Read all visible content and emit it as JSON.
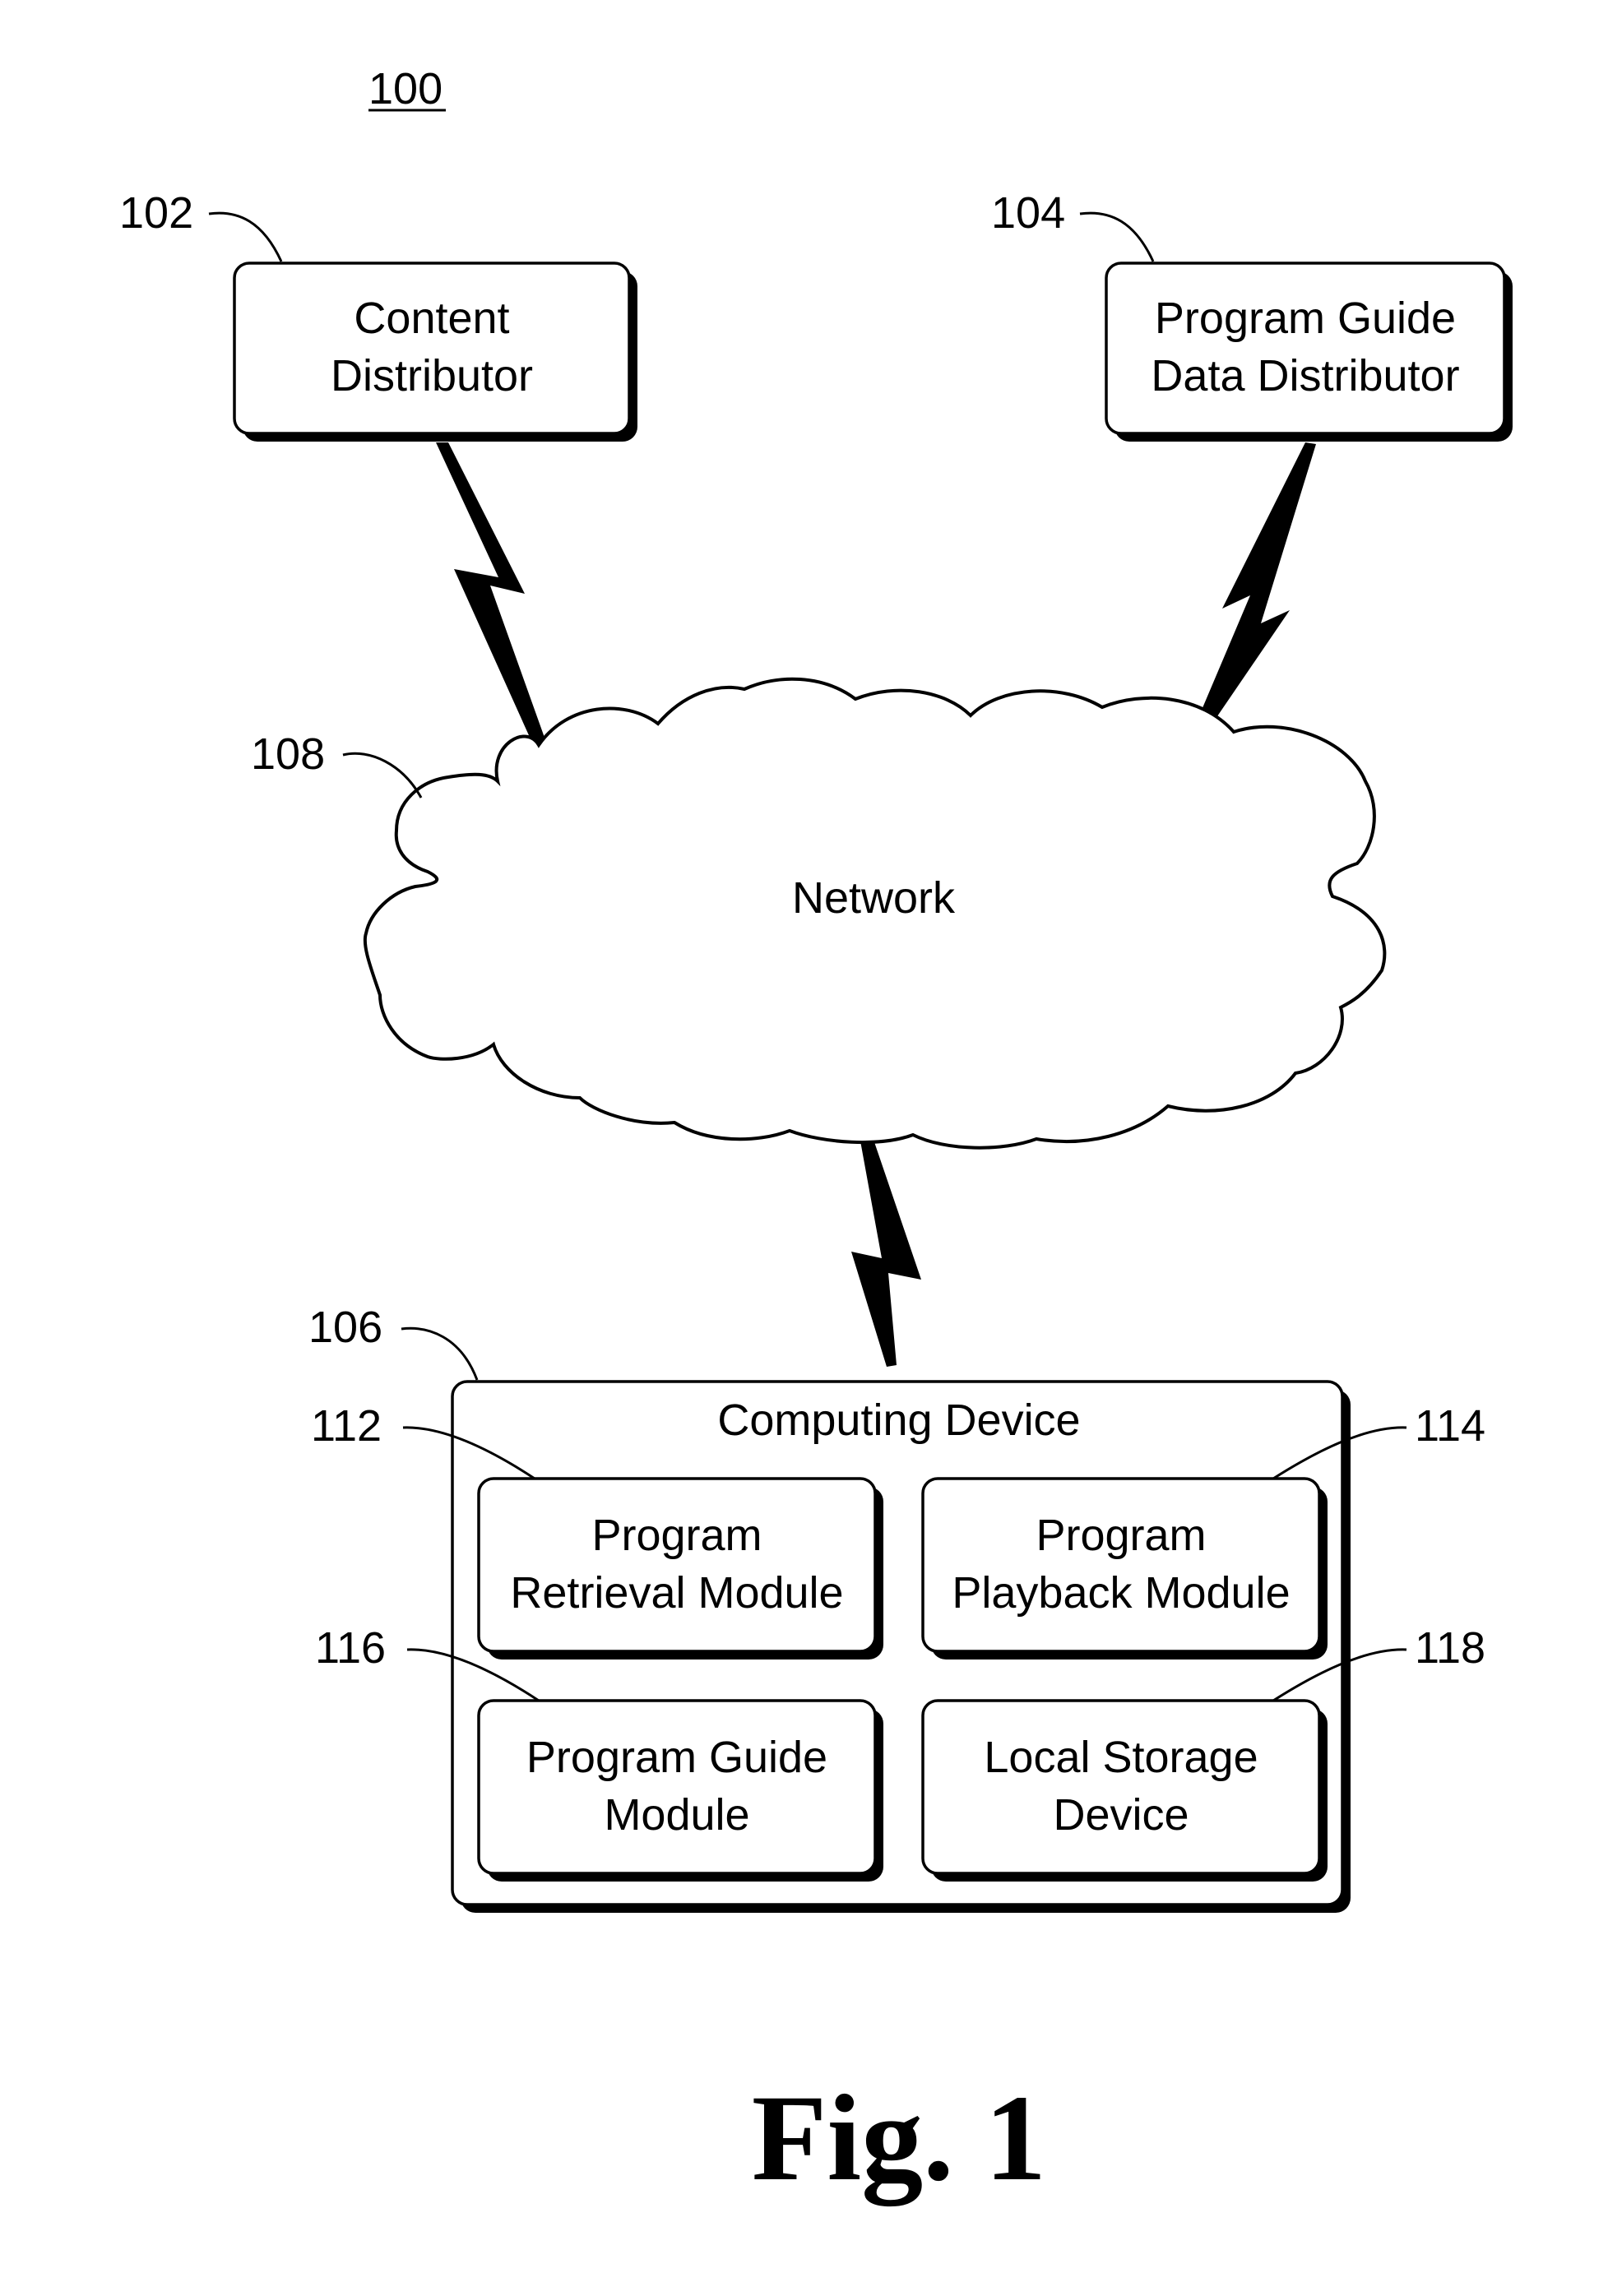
{
  "figure": {
    "ref_main": "100",
    "caption": "Fig. 1"
  },
  "nodes": {
    "content_distributor": {
      "ref": "102",
      "line1": "Content",
      "line2": "Distributor"
    },
    "program_guide_data_distributor": {
      "ref": "104",
      "line1": "Program Guide",
      "line2": "Data Distributor"
    },
    "network": {
      "ref": "108",
      "label": "Network"
    },
    "computing_device": {
      "ref": "106",
      "label": "Computing Device"
    },
    "program_retrieval_module": {
      "ref": "112",
      "line1": "Program",
      "line2": "Retrieval Module"
    },
    "program_playback_module": {
      "ref": "114",
      "line1": "Program",
      "line2": "Playback Module"
    },
    "program_guide_module": {
      "ref": "116",
      "line1": "Program Guide",
      "line2": "Module"
    },
    "local_storage_device": {
      "ref": "118",
      "line1": "Local Storage",
      "line2": "Device"
    }
  }
}
